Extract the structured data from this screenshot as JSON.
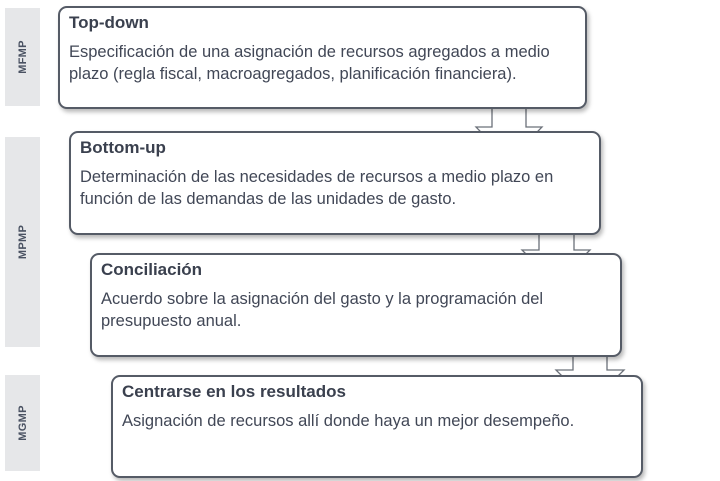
{
  "sidebar": {
    "labels": [
      "MFMP",
      "MPMP",
      "MGMP"
    ]
  },
  "steps": [
    {
      "title": "Top-down",
      "body": "Especificación de una asignación de recursos agregados a medio plazo (regla fiscal, macroagregados, planificación financiera)."
    },
    {
      "title": "Bottom-up",
      "body": "Determinación de las necesidades de recursos a medio plazo en función de las demandas de las unidades de gasto."
    },
    {
      "title": "Conciliación",
      "body": "Acuerdo sobre la asignación del gasto y la programación del presupuesto anual."
    },
    {
      "title": "Centrarse en los resultados",
      "body": "Asignación de recursos allí donde haya un mejor desempeño."
    }
  ],
  "colors": {
    "border": "#555b66",
    "sidebar_bg": "#e6e7e9",
    "arrow_fill": "#ffffff",
    "arrow_stroke": "#6b7079"
  }
}
